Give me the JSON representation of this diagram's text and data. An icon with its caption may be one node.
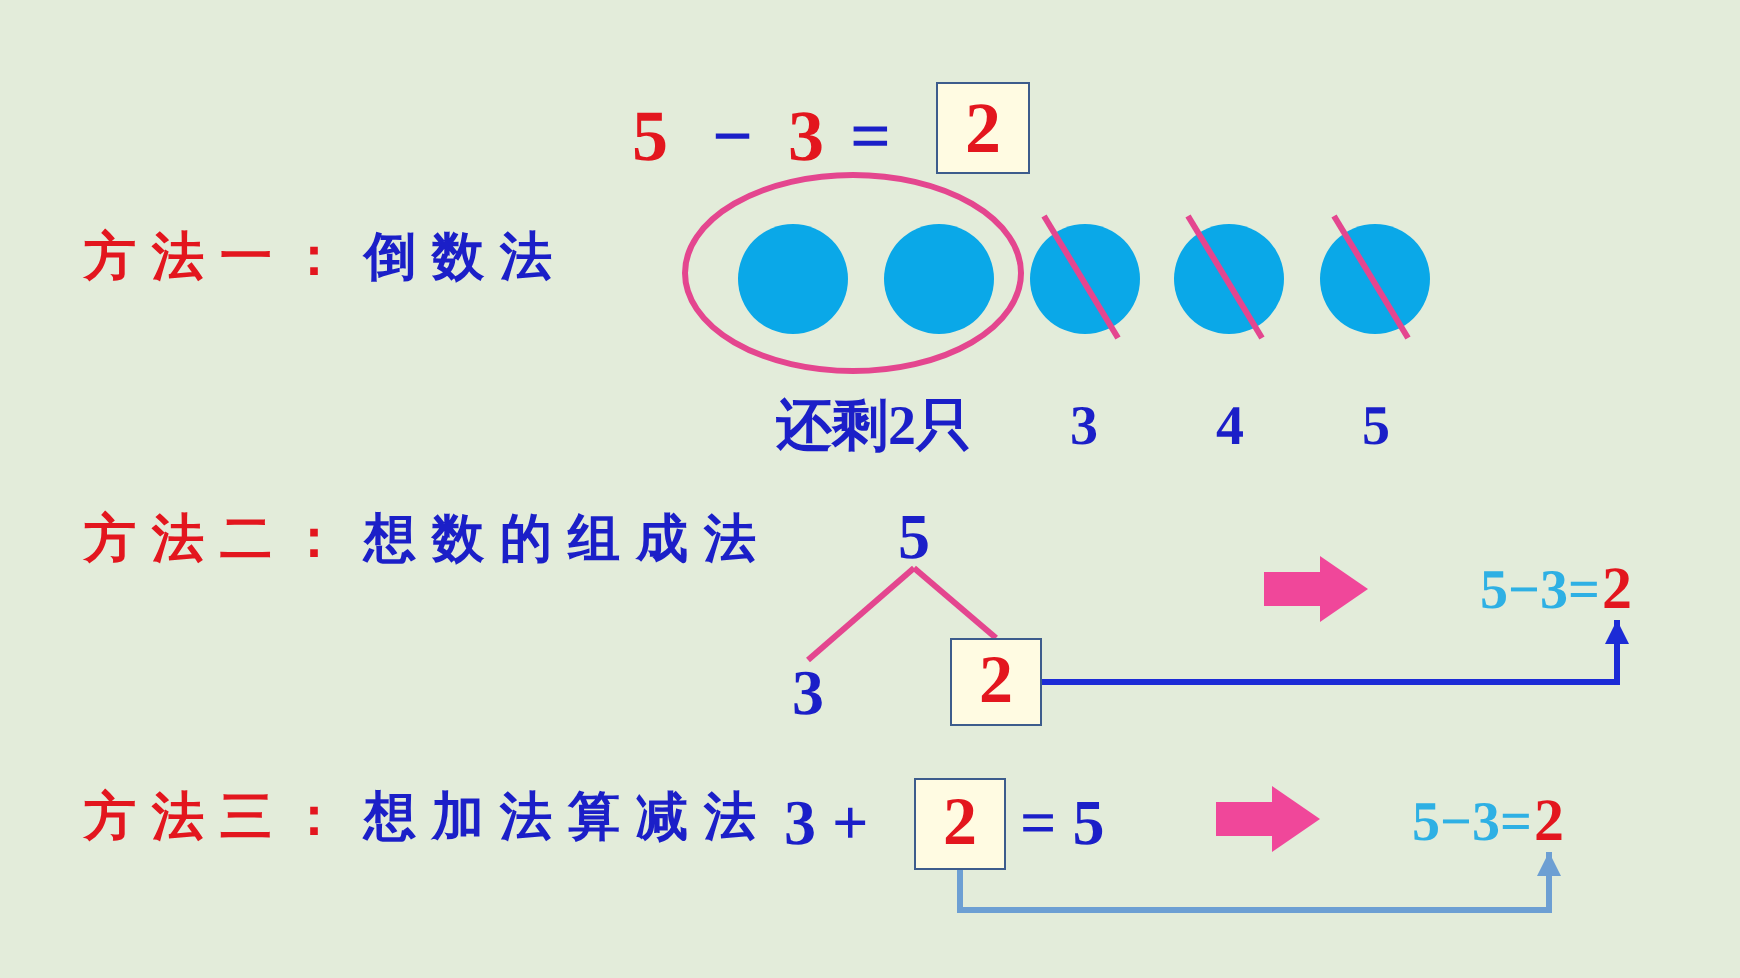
{
  "diagram": {
    "nodes": [
      {
        "text": [
          "2"
        ]
      },
      {
        "text": [],
        "shape": "ellipse",
        "beside": [
          "还剩2只"
        ]
      },
      {
        "text": [],
        "shape": "circle",
        "in": 1
      },
      {
        "text": [],
        "shape": "circle",
        "in": 1
      },
      {
        "text": [],
        "shape": "circle",
        "beside": [
          "3"
        ]
      },
      {
        "text": [],
        "shape": "circle",
        "beside": [
          "4"
        ]
      },
      {
        "text": [],
        "shape": "circle",
        "beside": [
          "5"
        ]
      },
      {
        "text": [
          "5"
        ]
      },
      {
        "text": [
          "3"
        ]
      },
      {
        "text": [
          "2"
        ]
      },
      {
        "text": [
          "2"
        ]
      },
      {
        "text": [
          "2"
        ]
      },
      {
        "text": [
          "2"
        ]
      }
    ],
    "edges": [
      {
        "from": 7,
        "to": 8,
        "arrow": "none"
      },
      {
        "from": 7,
        "to": 9,
        "arrow": "none"
      },
      {
        "from": 9,
        "to": 10,
        "arrow": "to",
        "color": "#1c2bd6"
      },
      {
        "from": 11,
        "to": 12,
        "arrow": "to",
        "color": "#6d9fd3"
      }
    ],
    "labels": [
      "5",
      "−",
      "3",
      "=",
      "方法一：",
      "倒数法",
      "方法二：",
      "想数的组成法",
      "5−3=",
      "方法三：",
      "想加法算减法",
      "3 +",
      "= 5",
      "5−3="
    ]
  }
}
